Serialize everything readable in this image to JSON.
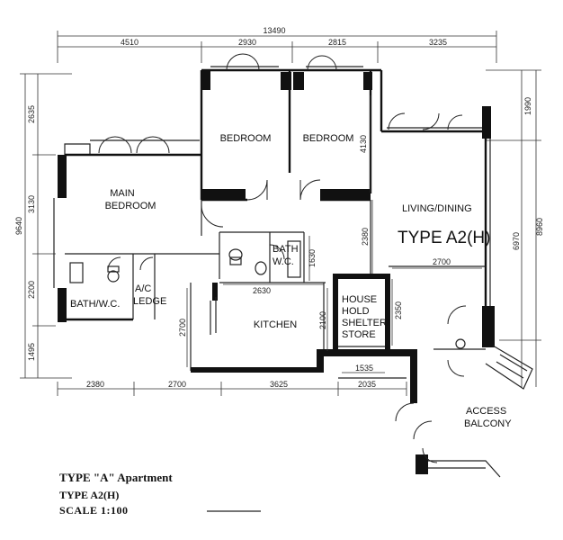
{
  "dimensions": {
    "overall_width": "13490",
    "top": [
      "4510",
      "2930",
      "2815",
      "3235"
    ],
    "bottom": [
      "2380",
      "2700",
      "3625",
      "2035"
    ],
    "left_overall": "9640",
    "left": [
      "2635",
      "3130",
      "2200",
      "1495"
    ],
    "right": [
      "1990",
      "8960",
      "6970"
    ],
    "interior": [
      "4130",
      "2380",
      "1630",
      "2630",
      "2700",
      "2100",
      "2700",
      "2350",
      "1535"
    ]
  },
  "rooms": {
    "bedroom_1": "BEDROOM",
    "bedroom_2": "BEDROOM",
    "main_bedroom_l1": "MAIN",
    "main_bedroom_l2": "BEDROOM",
    "living_dining": "LIVING/DINING",
    "type_label": "TYPE A2(H)",
    "bath_wc_1_l1": "BATH",
    "bath_wc_1_l2": "W.C.",
    "bath_wc_2": "BATH/W.C.",
    "ac_ledge_l1": "A/C",
    "ac_ledge_l2": "LEDGE",
    "kitchen": "KITCHEN",
    "shelter_l1": "HOUSE",
    "shelter_l2": "HOLD",
    "shelter_l3": "SHELTER/",
    "shelter_l4": "STORE",
    "access_balcony_l1": "ACCESS",
    "access_balcony_l2": "BALCONY"
  },
  "footer": {
    "title": "TYPE \"A\" Apartment",
    "subtitle": "TYPE A2(H)",
    "scale": "SCALE 1:100"
  }
}
